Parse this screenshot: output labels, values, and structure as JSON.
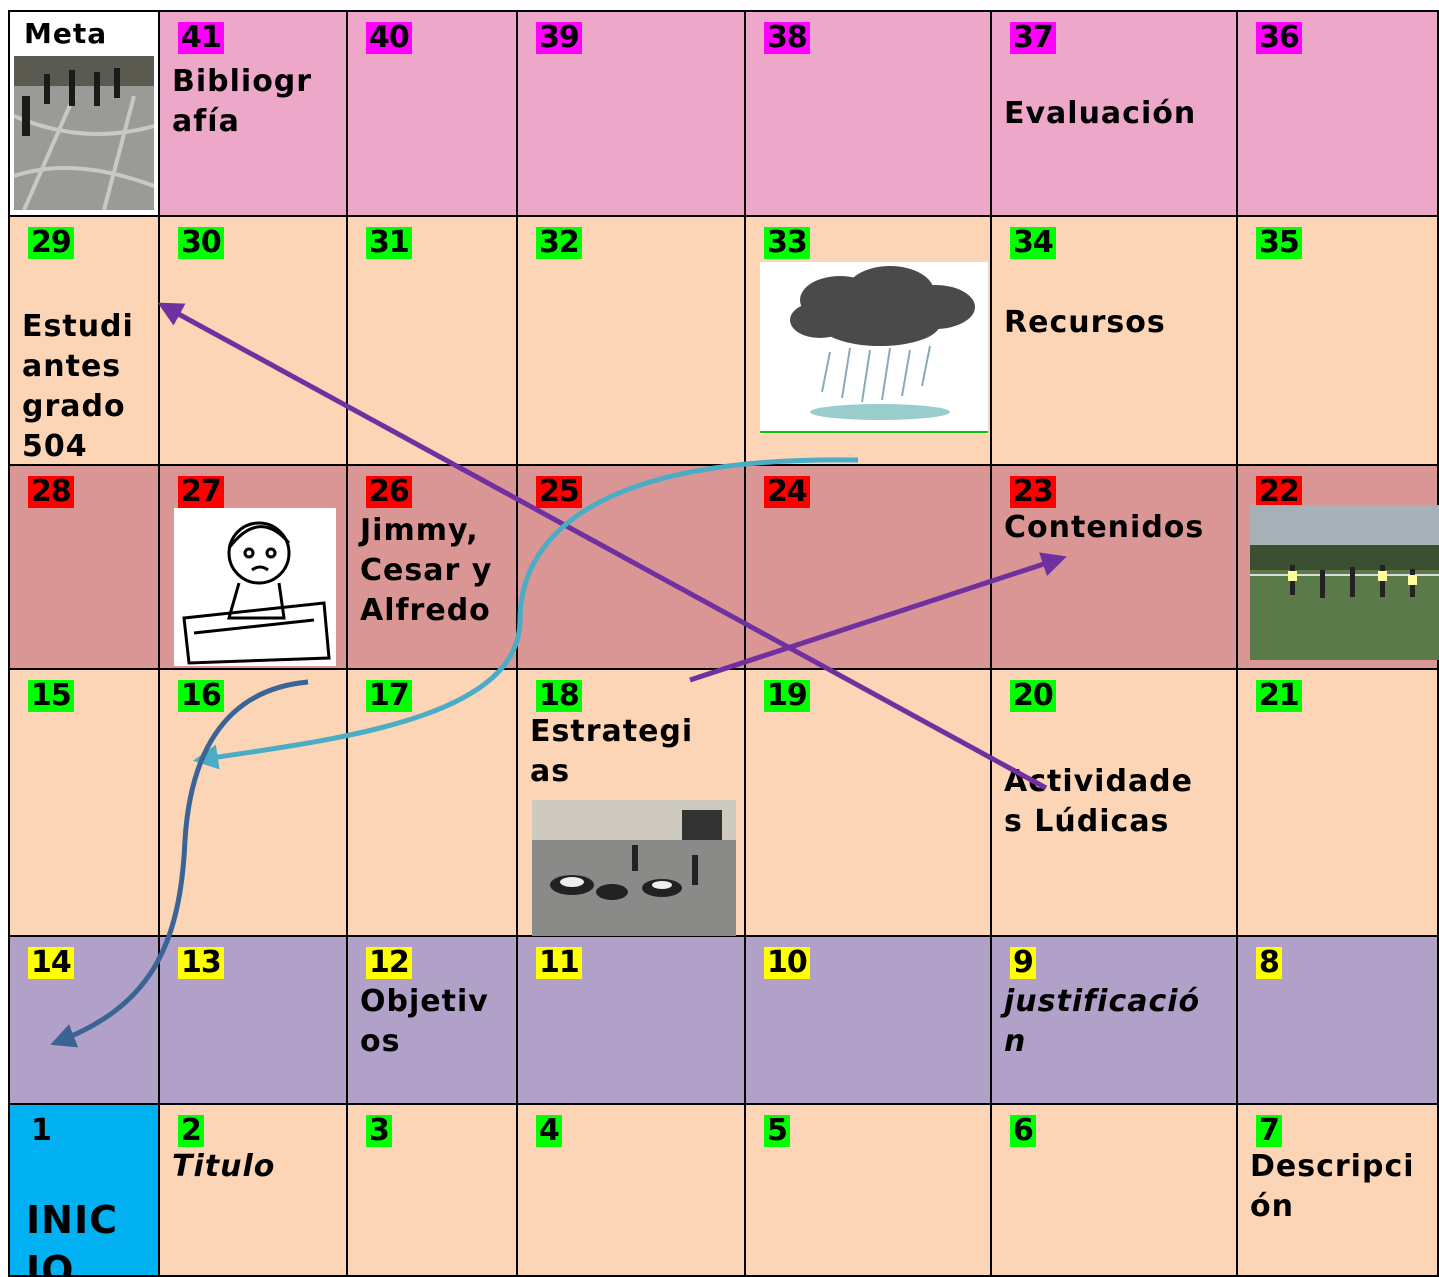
{
  "colors": {
    "pink_row": "#eda8c9",
    "peach_row": "#fbd5b5",
    "rose_row": "#d99694",
    "lavender_row": "#b1a0c7",
    "start_cell": "#00b0f0",
    "meta_cell": "#ffffff",
    "badge_magenta": "#ff00ff",
    "badge_green": "#00ff00",
    "badge_red": "#ff0000",
    "badge_yellow": "#ffff00",
    "arrow_purple": "#7030a0",
    "snake_teal": "#4bacc6",
    "snake_blue": "#3a6496"
  },
  "board": {
    "meta_label": "Meta",
    "cells": [
      {
        "num": "41",
        "label": "Bibliogr\nafía"
      },
      {
        "num": "40",
        "label": ""
      },
      {
        "num": "39",
        "label": ""
      },
      {
        "num": "38",
        "label": ""
      },
      {
        "num": "37",
        "label": "Evaluación"
      },
      {
        "num": "36",
        "label": ""
      },
      {
        "num": "29",
        "label": "Estudi\nantes\ngrado\n504"
      },
      {
        "num": "30",
        "label": ""
      },
      {
        "num": "31",
        "label": ""
      },
      {
        "num": "32",
        "label": ""
      },
      {
        "num": "33",
        "label": ""
      },
      {
        "num": "34",
        "label": "Recursos"
      },
      {
        "num": "35",
        "label": ""
      },
      {
        "num": "28",
        "label": ""
      },
      {
        "num": "27",
        "label": ""
      },
      {
        "num": "26",
        "label": "Jimmy,\nCesar y\nAlfredo"
      },
      {
        "num": "25",
        "label": ""
      },
      {
        "num": "24",
        "label": ""
      },
      {
        "num": "23",
        "label": "Contenidos"
      },
      {
        "num": "22",
        "label": ""
      },
      {
        "num": "15",
        "label": ""
      },
      {
        "num": "16",
        "label": ""
      },
      {
        "num": "17",
        "label": ""
      },
      {
        "num": "18",
        "label": "Estrategi\nas"
      },
      {
        "num": "19",
        "label": ""
      },
      {
        "num": "20",
        "label": "Actividade\ns Lúdicas"
      },
      {
        "num": "21",
        "label": ""
      },
      {
        "num": "14",
        "label": ""
      },
      {
        "num": "13",
        "label": ""
      },
      {
        "num": "12",
        "label": "Objetiv\nos"
      },
      {
        "num": "11",
        "label": ""
      },
      {
        "num": "10",
        "label": ""
      },
      {
        "num": "9",
        "label": "justificació\nn"
      },
      {
        "num": "8",
        "label": ""
      },
      {
        "num": "1",
        "label": "INIC\nIO"
      },
      {
        "num": "2",
        "label": "Titulo"
      },
      {
        "num": "3",
        "label": ""
      },
      {
        "num": "4",
        "label": ""
      },
      {
        "num": "5",
        "label": ""
      },
      {
        "num": "6",
        "label": ""
      },
      {
        "num": "7",
        "label": "Descripci\nón"
      }
    ]
  },
  "pictures": {
    "meta_photo": "schoolyard-photo",
    "cloud": "rain-cloud-icon",
    "sad_boy": "sad-boy-icon",
    "soccer": "soccer-field-photo",
    "playground": "playground-photo"
  }
}
